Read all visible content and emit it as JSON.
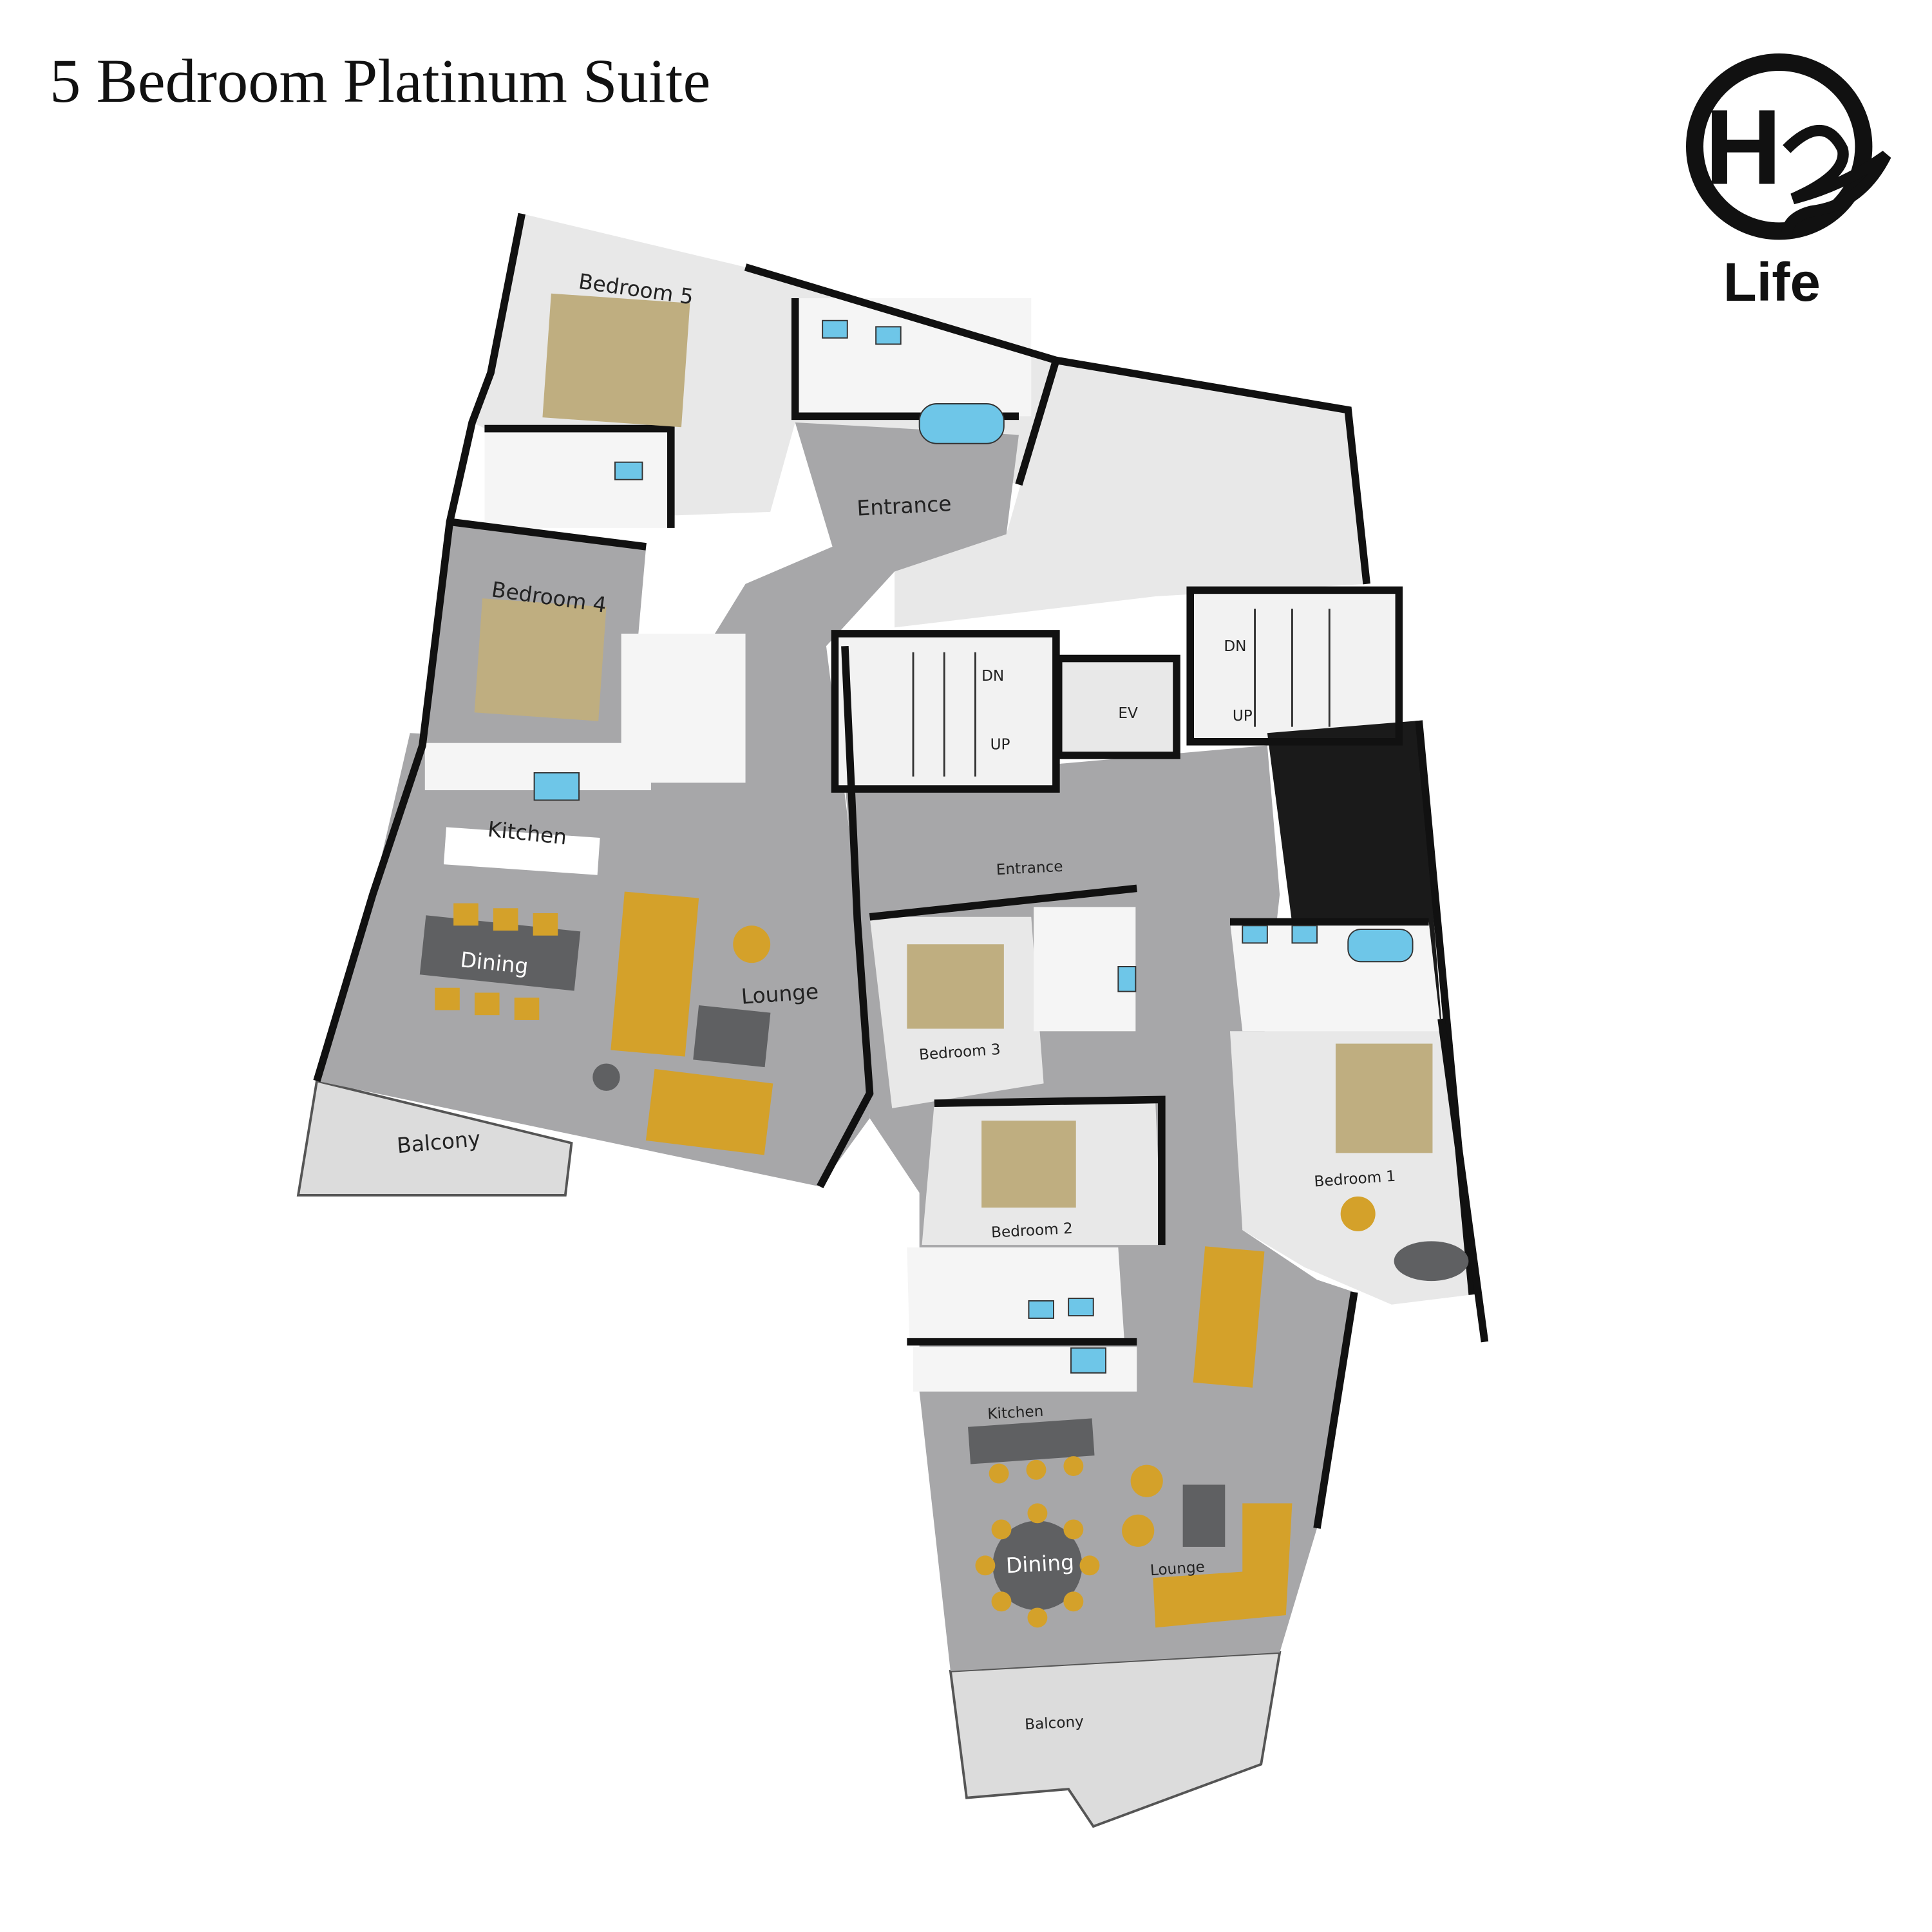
{
  "title": "5 Bedroom Platinum Suite",
  "logo": {
    "mark": "H2",
    "text": "Life"
  },
  "colors": {
    "floor_main": "#a7a7a9",
    "floor_light": "#e8e8e8",
    "wall": "#111111",
    "bed": "#bfae80",
    "sofa": "#d4a12a",
    "table": "#5f6062",
    "basin": "#6ec6e8",
    "balcony": "#dcdcdc"
  },
  "rooms": {
    "bedroom5": "Bedroom 5",
    "entrance_upper": "Entrance",
    "bedroom4": "Bedroom 4",
    "kitchen_left": "Kitchen",
    "dining_left": "Dining",
    "lounge_left": "Lounge",
    "balcony_left": "Balcony",
    "stair_left_dn": "DN",
    "stair_left_up": "UP",
    "elevator": "EV",
    "stair_right_dn": "DN",
    "stair_right_up": "UP",
    "entrance_center": "Entrance",
    "bedroom3": "Bedroom 3",
    "bedroom2": "Bedroom 2",
    "bedroom1": "Bedroom 1",
    "kitchen_right": "Kitchen",
    "dining_right": "Dining",
    "lounge_right": "Lounge",
    "balcony_right": "Balcony"
  }
}
